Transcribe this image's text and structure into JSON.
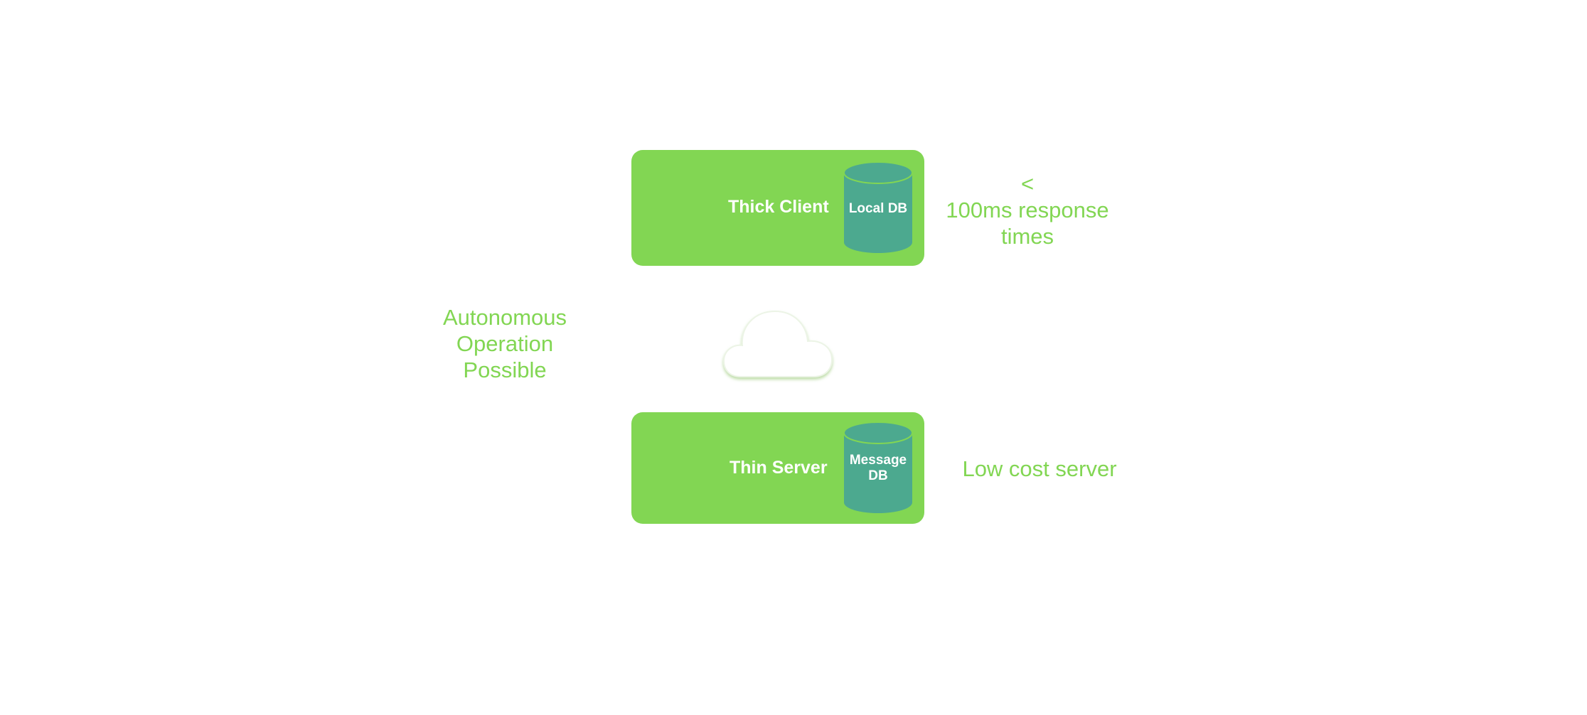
{
  "diagram": {
    "client": {
      "label": "Thick Client",
      "db_label": "Local DB"
    },
    "server": {
      "label": "Thin Server",
      "db_label": "Message DB"
    },
    "notes": {
      "response": "<\n100ms response\ntimes",
      "autonomous": "Autonomous\nOperation\nPossible",
      "cost": "Low cost server"
    },
    "icons": {
      "network": "cloud-icon",
      "database": "database-icon"
    },
    "colors": {
      "box": "#82d653",
      "database": "#4ca98f",
      "text_accent": "#82d653",
      "text_on_box": "#ffffff"
    }
  }
}
